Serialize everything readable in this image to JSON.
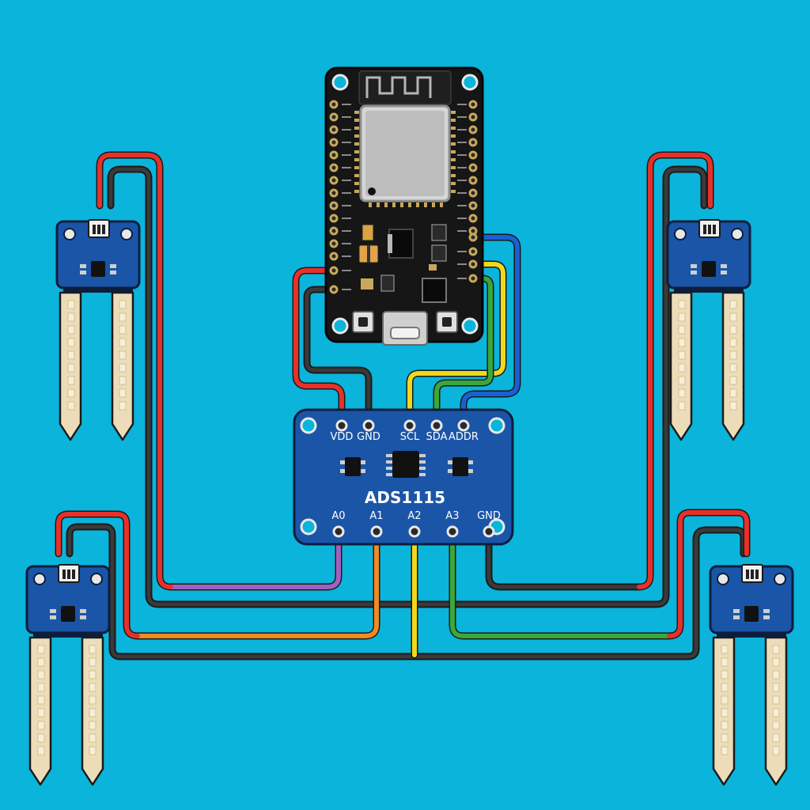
{
  "colors": {
    "background": "#0ab4db",
    "board_black": "#161616",
    "module_blue": "#1a55a8",
    "probe_beige": "#ecdcb8",
    "wire_red": "#e8302a",
    "wire_black": "#1a1a1a",
    "wire_blue": "#1b5fd4",
    "wire_yellow": "#f2d81c",
    "wire_green": "#3aa83a",
    "wire_purple": "#a35fbf",
    "wire_orange": "#f08a24"
  },
  "adc": {
    "title": "ADS1115",
    "top_pins": [
      "VDD",
      "GND",
      "SCL",
      "SDA",
      "ADDR"
    ],
    "bottom_pins": [
      "A0",
      "A1",
      "A2",
      "A3",
      "GND"
    ]
  },
  "sensors": [
    {
      "id": "top-left"
    },
    {
      "id": "top-right"
    },
    {
      "id": "bottom-left"
    },
    {
      "id": "bottom-right"
    }
  ]
}
